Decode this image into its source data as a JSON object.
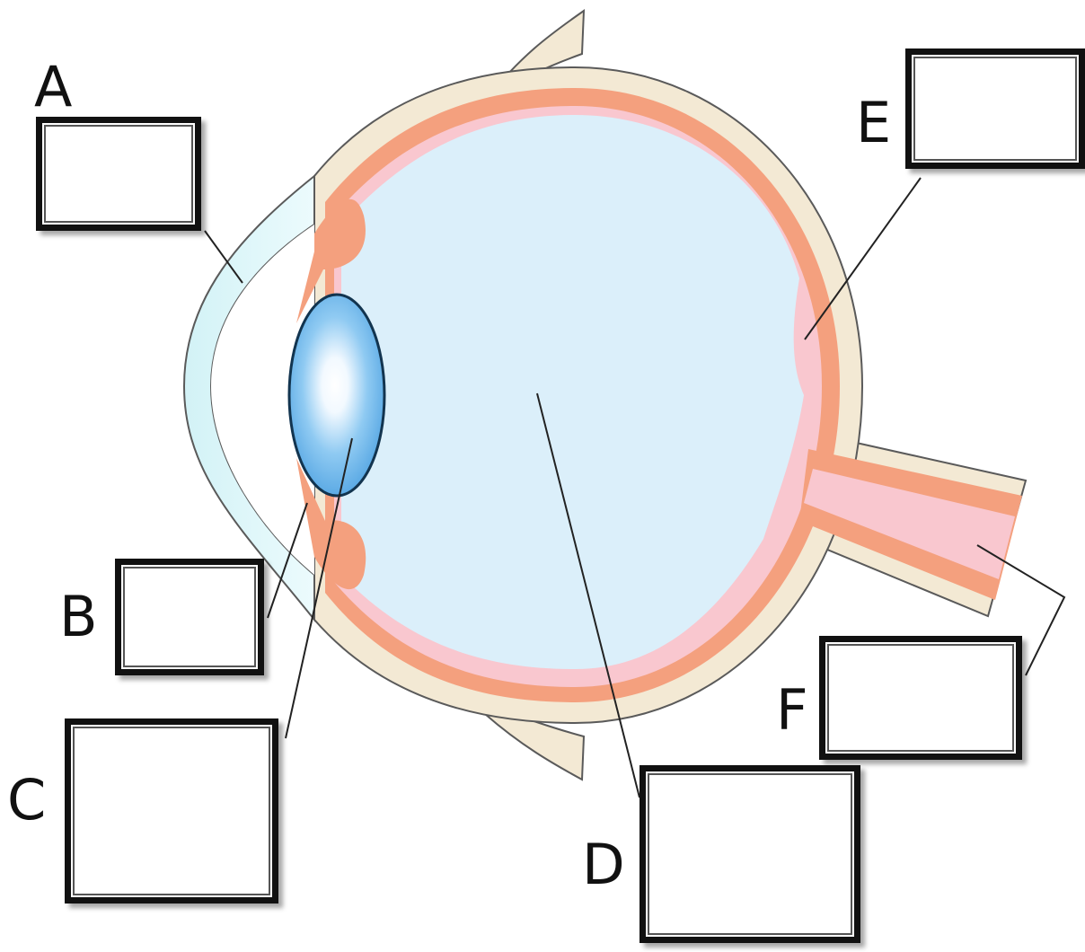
{
  "labels": {
    "A": "A",
    "B": "B",
    "C": "C",
    "D": "D",
    "E": "E",
    "F": "F"
  },
  "colors": {
    "sclera": "#f3e9d4",
    "choroid": "#f4a07e",
    "retina": "#f9c7cf",
    "vitreous": "#dbeffa",
    "cornea": "#ddf5f8",
    "lens": "#5aaee8",
    "lens_outline": "#12344f",
    "outline": "#5a5a5a",
    "leader": "#222222",
    "box_border": "#111111"
  }
}
